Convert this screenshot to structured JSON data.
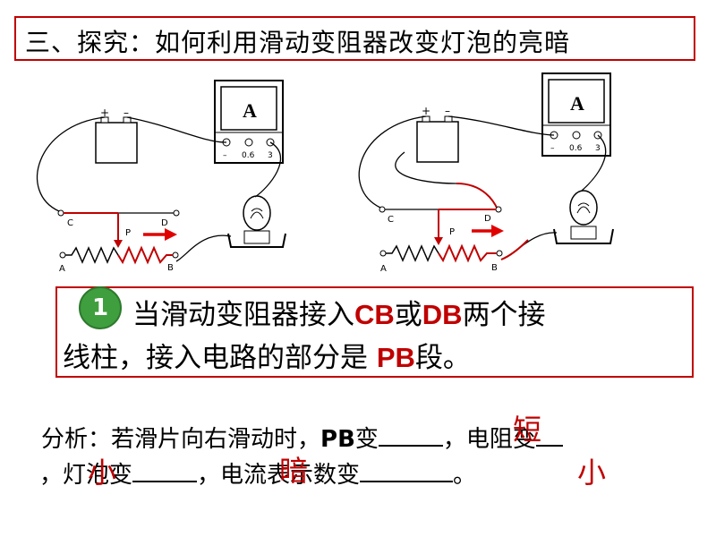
{
  "title": "三、探究：如何利用滑动变阻器改变灯泡的亮暗",
  "circuit_left": {
    "ammeter_label": "A",
    "ammeter_terminals": [
      "–",
      "0.6",
      "3"
    ],
    "battery_plus": "+",
    "battery_minus": "–",
    "terminal_c": "C",
    "terminal_d": "D",
    "terminal_a": "A",
    "terminal_b": "B",
    "slider_p": "P"
  },
  "circuit_right": {
    "ammeter_label": "A",
    "ammeter_terminals": [
      "–",
      "0.6",
      "3"
    ],
    "battery_plus": "+",
    "battery_minus": "–",
    "terminal_c": "C",
    "terminal_d": "D",
    "terminal_a": "A",
    "terminal_b": "B",
    "slider_p": "P"
  },
  "point1": {
    "number": "1",
    "text_a": "当滑动变阻器接入",
    "cb": "CB",
    "or": "或",
    "db": "DB",
    "text_b": "两个接",
    "text_c": "线柱，接入电路的部分是 ",
    "pb": "PB",
    "text_d": "段。"
  },
  "analysis": {
    "part1": "分析：若滑片向右滑动时，",
    "pb": "PB",
    "part2": "变",
    "part3": "，电阻变",
    "part4": "，灯泡变",
    "part5": "，电流表示数变",
    "part6": "。"
  },
  "answers": {
    "pb_change": "短",
    "resistance": "小",
    "bulb": "暗",
    "current": "小"
  },
  "colors": {
    "accent_red": "#c00000",
    "badge_green": "#3f9f3f"
  }
}
